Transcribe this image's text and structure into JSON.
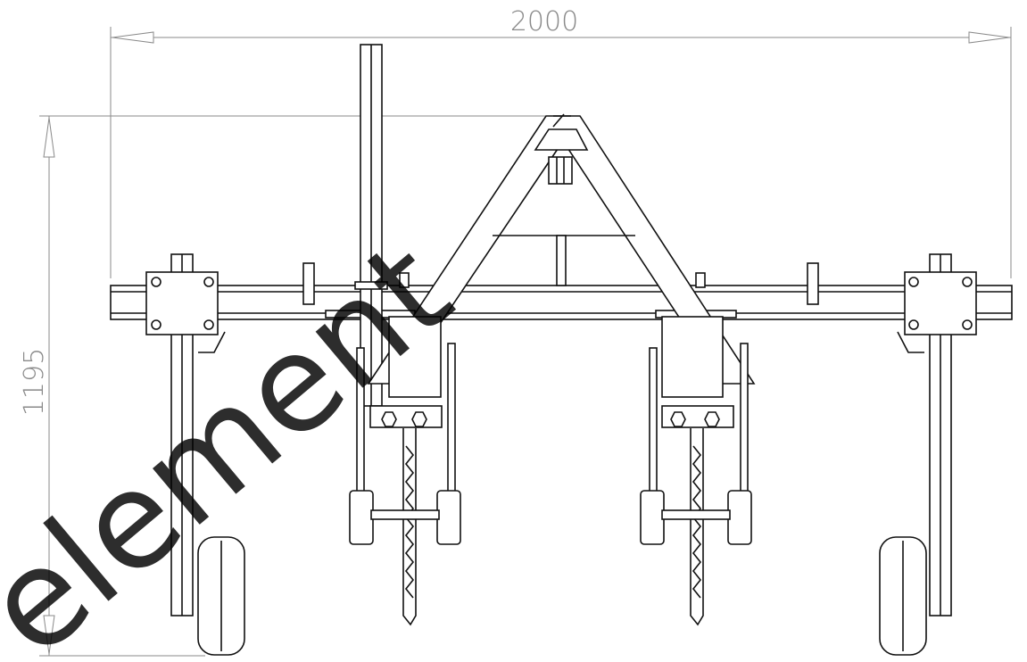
{
  "drawing": {
    "width_dimension": "2000",
    "height_dimension": "1195",
    "watermark": "element"
  },
  "colors": {
    "line": "#111111",
    "dimension": "#8a8a8a",
    "background": "#ffffff"
  }
}
